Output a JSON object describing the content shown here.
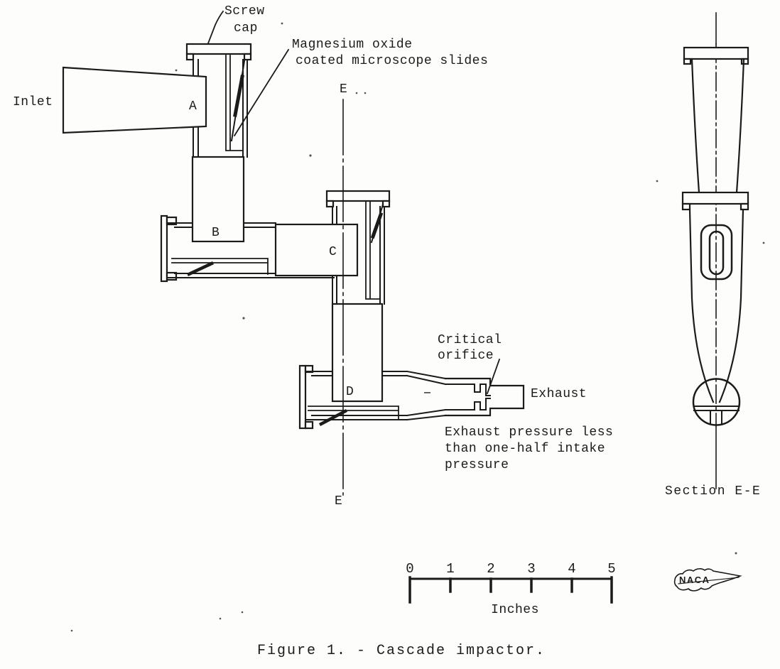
{
  "figure": {
    "caption": "Figure 1. - Cascade impactor.",
    "labels": {
      "screw_cap_1": "Screw",
      "screw_cap_2": "cap",
      "slides_1": "Magnesium oxide",
      "slides_2": "coated microscope slides",
      "inlet": "Inlet",
      "stage_a": "A",
      "stage_b": "B",
      "stage_c": "C",
      "stage_d": "D",
      "section_e_top": "E",
      "section_e_bottom": "E",
      "critical_1": "Critical",
      "critical_2": "orifice",
      "exhaust": "Exhaust",
      "pressure_1": "Exhaust pressure less",
      "pressure_2": "than one-half intake",
      "pressure_3": "pressure",
      "section_view": "Section E-E"
    },
    "scale": {
      "ticks": [
        "0",
        "1",
        "2",
        "3",
        "4",
        "5"
      ],
      "unit": "Inches",
      "span_inches": 5
    },
    "logo": "NACA",
    "colors": {
      "ink": "#1b1b1b",
      "paper": "#fdfdfb"
    }
  }
}
